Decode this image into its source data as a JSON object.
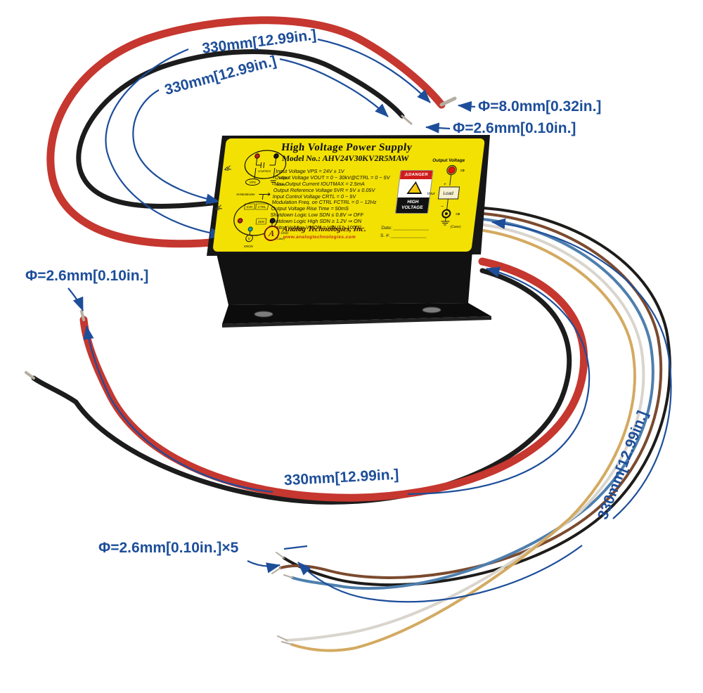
{
  "figure": {
    "annotation_color": "#1d4e9a",
    "annotations": {
      "red_wire_length_top": "330mm[12.99in.]",
      "black_wire_length_top": "330mm[12.99in.]",
      "red_wire_diameter": "Φ=8.0mm[0.32in.]",
      "black_wire_diameter": "Φ=2.6mm[0.10in.]",
      "left_red_wire_diameter": "Φ=2.6mm[0.10in.]",
      "bottom_pair_length": "330mm[12.99in.]",
      "right_bundle_length": "330mm[12.99in.]",
      "thin_wires_diameter": "Φ=2.6mm[0.10in.]×5"
    }
  },
  "label": {
    "title": "High Voltage Power Supply",
    "model": "Model No.: AHV24V30KV2R5MAW",
    "specs": [
      "Input Voltage VPS = 24V ± 1V",
      "Output Voltage VOUT = 0 ~ 30kV@CTRL = 0 ~ 5V",
      "Max.Output Current IOUTMAX = 2.5mA",
      "Output Reference Voltage 5VR = 5V ± 0.05V",
      "Input Control Voltage CRTL = 0 ~ 5V",
      "Modulation Freq. on CTRL FCTRL = 0 ~ 12Hz",
      "Output Voltage Rise Time = 50mS",
      "Shutdown Logic Low SDN ≤ 0.8V ⇒ OFF",
      "Shutdown Logic High SDN ≥ 1.2V ⇒ ON",
      "Monitor Voltage VMON = VOUT ÷ 10000"
    ],
    "danger": {
      "header": "⚠DANGER",
      "high": "HIGH",
      "voltage": "VOLTAGE"
    },
    "output": {
      "heading": "Output Voltage",
      "plus": "+",
      "minus": "−",
      "load": "Load",
      "vout": "Vout",
      "case": "(Case)",
      "arrow": "⇒"
    },
    "connector_power": {
      "cap": "47uF/50V",
      "vps": "VPS",
      "pgnd": "PGND",
      "case": "(Case)"
    },
    "connector_signal": {
      "top": "Antidotdivider",
      "p5vr": "5VR",
      "ctrl": "CTRL",
      "sdn": "SDN",
      "gnd": "GND",
      "vmon": "VMON",
      "case": "(Case)"
    },
    "brand": {
      "company": "Analog Technologies, Inc.",
      "website": "www.analogtechnologies.com",
      "date": "Date: ______________",
      "serial": "S. #: ______________"
    }
  }
}
